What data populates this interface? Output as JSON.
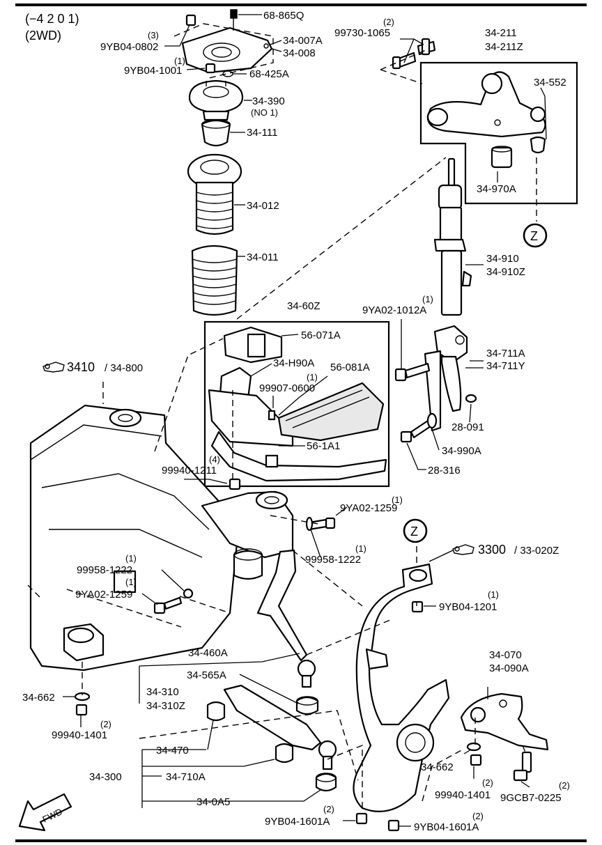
{
  "header": {
    "range": "(−4 2 0 1)",
    "variant": "(2WD)"
  },
  "parts": {
    "p68_865Q": "68-865Q",
    "p34_007A": "34-007A",
    "p34_008": "34-008",
    "p9YB04_0802": "9YB04-0802",
    "q9YB04_0802": "(3)",
    "p9YB04_1001": "9YB04-1001",
    "q9YB04_1001": "(1)",
    "p68_425A": "68-425A",
    "p34_390": "34-390",
    "n34_390": "(NO 1)",
    "p34_111": "34-111",
    "p34_012": "34-012",
    "p34_011": "34-011",
    "p99730_1065": "99730-1065",
    "q99730_1065": "(2)",
    "p34_211": "34-211",
    "p34_211Z": "34-211Z",
    "p34_552": "34-552",
    "p34_970A": "34-970A",
    "p34_910": "34-910",
    "p34_910Z": "34-910Z",
    "p9YA02_1012A": "9YA02-1012A",
    "q9YA02_1012A": "(1)",
    "p34_60Z": "34-60Z",
    "p56_071A": "56-071A",
    "p34_H90A": "34-H90A",
    "p56_081A": "56-081A",
    "p99907_0600": "99907-0600",
    "q99907_0600": "(1)",
    "p56_1A1": "56-1A1",
    "p99940_1211": "99940-1211",
    "q99940_1211": "(4)",
    "p34_711A": "34-711A",
    "p34_711Y": "34-711Y",
    "p28_091": "28-091",
    "p34_990A": "34-990A",
    "p28_316": "28-316",
    "ref3410": "3410",
    "ref34_800": "/ 34-800",
    "p9YA02_1259a": "9YA02-1259",
    "q9YA02_1259a": "(1)",
    "p99958_1222a": "99958-1222",
    "q99958_1222a": "(1)",
    "p99958_1222b": "99958-1222",
    "q99958_1222b": "(1)",
    "p9YA02_1259b": "9YA02-1259",
    "q9YA02_1259b": "(1)",
    "ref3300": "3300",
    "ref33_020Z": "/ 33-020Z",
    "p9YB04_1201": "9YB04-1201",
    "q9YB04_1201": "(1)",
    "p34_460A": "34-460A",
    "p34_565A": "34-565A",
    "p34_310": "34-310",
    "p34_310Z": "34-310Z",
    "p34_662a": "34-662",
    "p99940_1401a": "99940-1401",
    "q99940_1401a": "(2)",
    "p34_070": "34-070",
    "p34_090A": "34-090A",
    "p34_470": "34-470",
    "p34_300": "34-300",
    "p34_710A": "34-710A",
    "p34_0A5": "34-0A5",
    "p34_662b": "34-662",
    "p99940_1401b": "99940-1401",
    "q99940_1401b": "(2)",
    "p9GCB7_0225": "9GCB7-0225",
    "q9GCB7_0225": "(2)",
    "p9YB04_1601Aa": "9YB04-1601A",
    "q9YB04_1601Aa": "(2)",
    "p9YB04_1601Ab": "9YB04-1601A",
    "q9YB04_1601Ab": "(2)",
    "zone": "Z",
    "fwd": "FWD"
  }
}
